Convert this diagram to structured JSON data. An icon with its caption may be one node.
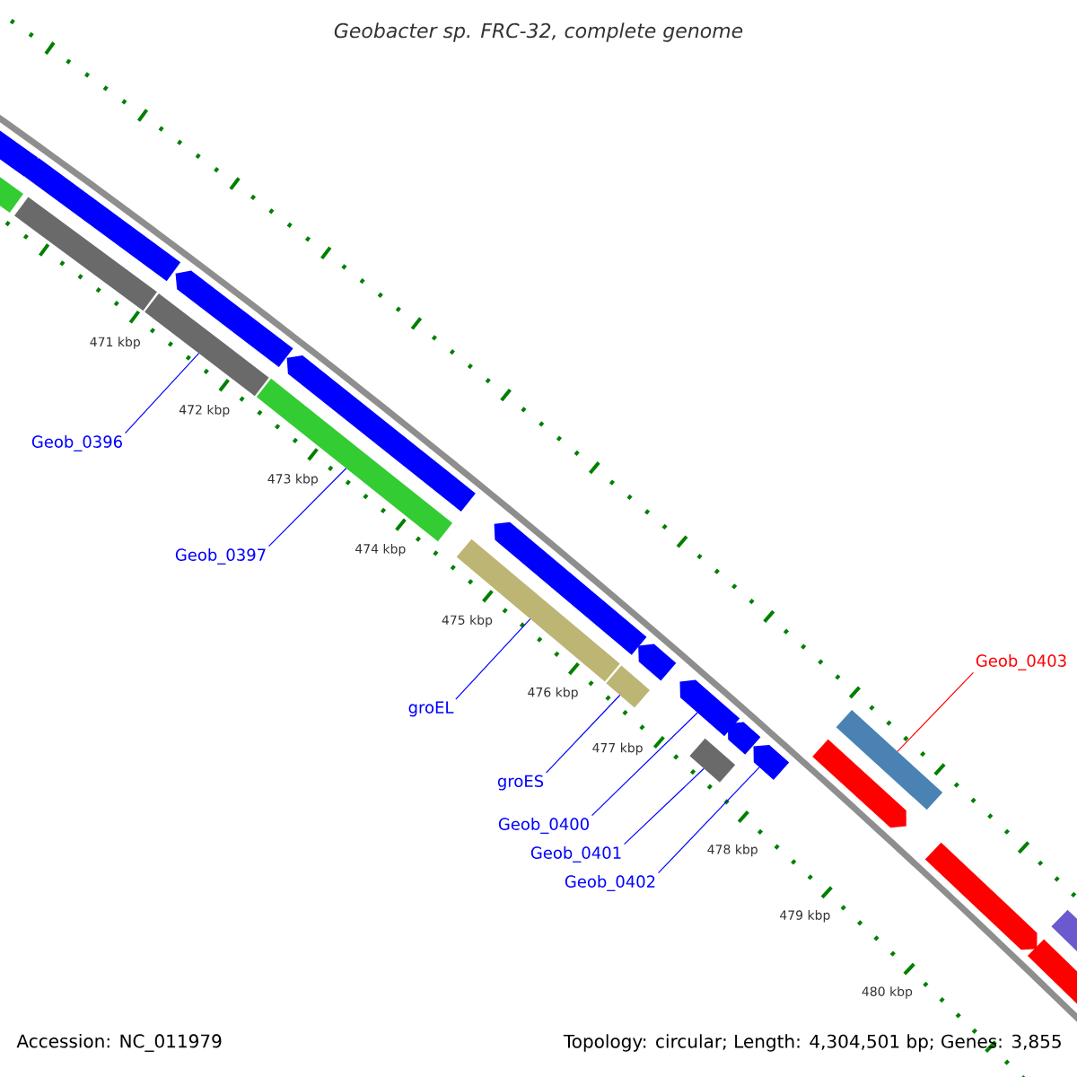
{
  "diagram": {
    "title": "Geobacter sp. FRC-32, complete genome",
    "nodes": [
      {
        "text": [
          "Geob_0396"
        ]
      },
      {
        "text": [],
        "shape": "bar"
      },
      {
        "text": [
          "Geob_0397"
        ]
      },
      {
        "text": [],
        "shape": "bar"
      },
      {
        "text": [
          "groEL"
        ]
      },
      {
        "text": [],
        "shape": "bar"
      },
      {
        "text": [
          "groES"
        ]
      },
      {
        "text": [],
        "shape": "bar"
      },
      {
        "text": [
          "Geob_0400"
        ]
      },
      {
        "text": [],
        "shape": "arrow"
      },
      {
        "text": [
          "Geob_0401"
        ]
      },
      {
        "text": [],
        "shape": "bar"
      },
      {
        "text": [
          "Geob_0402"
        ]
      },
      {
        "text": [],
        "shape": "arrow"
      },
      {
        "text": [
          "Geob_0403"
        ]
      },
      {
        "text": [],
        "shape": "bar"
      },
      {
        "text": [],
        "shape": "arrow"
      },
      {
        "text": [],
        "shape": "bar"
      },
      {
        "text": [],
        "shape": "bar"
      },
      {
        "text": [],
        "shape": "arrow"
      },
      {
        "text": [],
        "shape": "arrow"
      },
      {
        "text": [],
        "shape": "arrow"
      },
      {
        "text": [],
        "shape": "arrow"
      },
      {
        "text": [],
        "shape": "arrow"
      },
      {
        "text": [],
        "shape": "arrow"
      },
      {
        "text": [],
        "shape": "arrow"
      },
      {
        "text": [],
        "shape": "arrow"
      },
      {
        "text": [],
        "shape": "arrow"
      },
      {
        "text": [],
        "shape": "bar"
      }
    ],
    "edges": [
      {
        "from": 0,
        "to": 1,
        "arrow": "none"
      },
      {
        "from": 2,
        "to": 3,
        "arrow": "none"
      },
      {
        "from": 4,
        "to": 5,
        "arrow": "none"
      },
      {
        "from": 6,
        "to": 7,
        "arrow": "none"
      },
      {
        "from": 8,
        "to": 9,
        "arrow": "none"
      },
      {
        "from": 10,
        "to": 11,
        "arrow": "none"
      },
      {
        "from": 12,
        "to": 13,
        "arrow": "none"
      },
      {
        "from": 14,
        "to": 15,
        "arrow": "none",
        "color": "#ff0000"
      }
    ],
    "labels": [
      "471 kbp",
      "472 kbp",
      "473 kbp",
      "474 kbp",
      "475 kbp",
      "476 kbp",
      "477 kbp",
      "478 kbp",
      "479 kbp",
      "480 kbp",
      "Accession: NC_011979",
      "Topology: circular; Length: 4,304,501 bp; Genes: 3,855"
    ]
  }
}
